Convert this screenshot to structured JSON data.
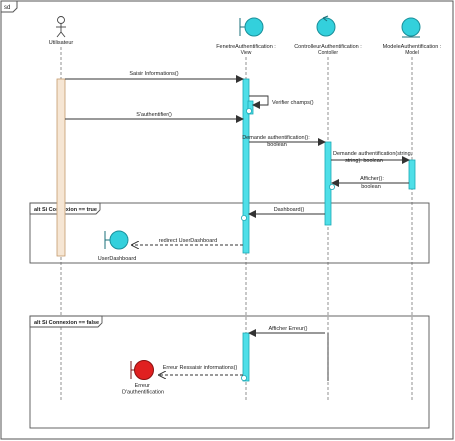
{
  "diagram": {
    "frame_tag": "sd",
    "colors": {
      "lifeline": "#777777",
      "activation_fill": "#4fdfe8",
      "activation_stroke": "#1aa9b5",
      "boundary_fill": "#33d0dc",
      "error_fill": "#e02020",
      "actor_exec": "#f6e6d4",
      "frame_stroke": "#555555"
    },
    "participants": [
      {
        "id": "user",
        "name": "Utilisateur",
        "stereotype": ""
      },
      {
        "id": "view",
        "name": "FenetreAuthentification :",
        "stereotype": "View"
      },
      {
        "id": "ctrl",
        "name": "ControlleurAuthentification :",
        "stereotype": "Contoller"
      },
      {
        "id": "model",
        "name": "ModeleAuthentification :",
        "stereotype": "Model"
      }
    ],
    "messages": {
      "m1": "Saisir Informations()",
      "m2": "Verifier champs()",
      "m3": "S'authentifier()",
      "m4a": "Demande authentification():",
      "m4b": "boolean",
      "m5a": "Demande authentification(string,",
      "m5b": "string): boolean",
      "m6a": "Afficher():",
      "m6b": "boolean",
      "m7": "Dashboard()",
      "m8": "redirect UserDashboard",
      "m9": "Afficher Erreur()",
      "m10": "Erreur Ressaisir informations()"
    },
    "fragments": [
      {
        "label": "alt Si Connexion == true"
      },
      {
        "label": "alt Si Connexion == false"
      }
    ],
    "created": [
      {
        "name": "UserDashboard"
      },
      {
        "name": "Erreur D'authentification"
      }
    ]
  }
}
